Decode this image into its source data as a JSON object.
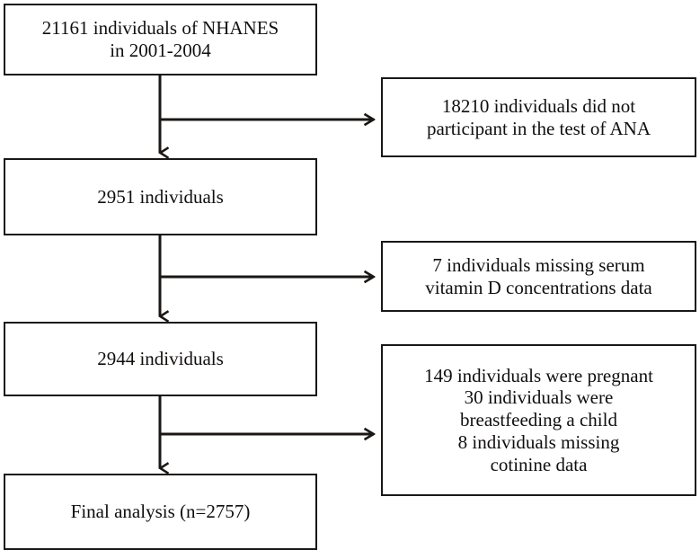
{
  "figure": {
    "kind": "participant-selection-flowchart",
    "line_color": "#1a1715"
  },
  "nodes": {
    "source": {
      "id": "source-population",
      "text": "21161 individuals of NHANES\nin 2001-2004"
    },
    "stage1": {
      "id": "after-ana-test",
      "text": "2951 individuals"
    },
    "stage2": {
      "id": "after-vitamin-d",
      "text": "2944 individuals"
    },
    "final": {
      "id": "final-analysis",
      "text": "Final analysis (n=2757)"
    }
  },
  "exclusions": {
    "ana": {
      "id": "excluded-no-ana-test",
      "text": "18210 individuals did not\nparticipant in the test of ANA"
    },
    "vitamind": {
      "id": "excluded-missing-vitamin-d",
      "text": "7 individuals missing serum\nvitamin D concentrations data"
    },
    "other": {
      "id": "excluded-pregnant-breastfeeding-cotinine",
      "text": "149 individuals were pregnant\n30 individuals were\nbreastfeeding a child\n8 individuals missing\ncotinine data"
    }
  },
  "connectors": [
    {
      "id": "source-to-stage1",
      "kind": "down-arrow"
    },
    {
      "id": "source-to-excl-ana",
      "kind": "right-arrow"
    },
    {
      "id": "stage1-to-stage2",
      "kind": "down-arrow"
    },
    {
      "id": "stage1-to-excl-vitd",
      "kind": "right-arrow"
    },
    {
      "id": "stage2-to-final",
      "kind": "down-arrow"
    },
    {
      "id": "stage2-to-excl-other",
      "kind": "right-arrow"
    }
  ]
}
